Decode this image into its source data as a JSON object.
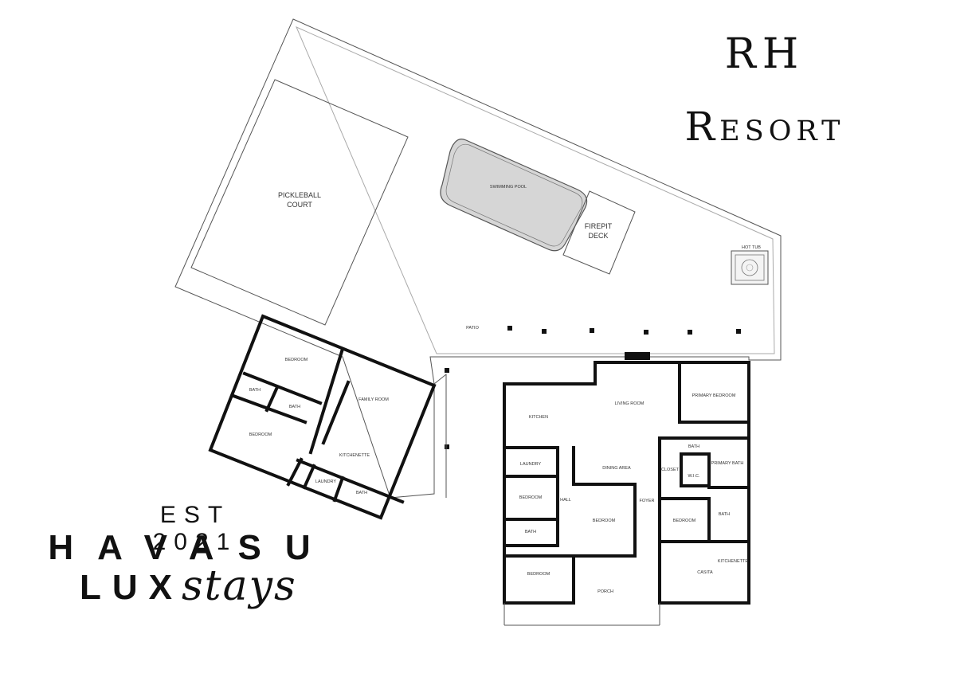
{
  "title": {
    "line1": "RH",
    "line2": "Resort"
  },
  "logo": {
    "est": "EST 2021",
    "havasu": "HAVASU",
    "lux": "LUX",
    "stays": "stays"
  },
  "labels": {
    "pickleball_line1": "PICKLEBALL",
    "pickleball_line2": "COURT",
    "swimming_pool": "SWIMMING POOL",
    "firepit_line1": "FIREPIT",
    "firepit_line2": "DECK",
    "hot_tub": "HOT TUB",
    "patio": "PATIO",
    "guest_bedroom_1": "BEDROOM",
    "guest_bath_1": "BATH",
    "guest_bath_2": "BATH",
    "guest_bedroom_2": "BEDROOM",
    "family_room": "FAMILY ROOM",
    "kitchenette_1": "KITCHENETTE",
    "laundry_1": "LAUNDRY",
    "guest_bath_3": "BATH",
    "kitchen": "KITCHEN",
    "living_room": "LIVING ROOM",
    "primary_bedroom": "PRIMARY BEDROOM",
    "laundry_2": "LAUNDRY",
    "dining_area": "DINING AREA",
    "bath_main": "BATH",
    "primary_bath": "PRIMARY BATH",
    "closet": "CLOSET",
    "wic": "W.I.C.",
    "bedroom_left": "BEDROOM",
    "hall": "HALL",
    "bath_left": "BATH",
    "bedroom_center": "BEDROOM",
    "foyer": "FOYER",
    "bedroom_right": "BEDROOM",
    "bath_right": "BATH",
    "bedroom_bottom": "BEDROOM",
    "porch": "PORCH",
    "kitchenette_2": "KITCHENETTE",
    "casita": "CASITA"
  }
}
